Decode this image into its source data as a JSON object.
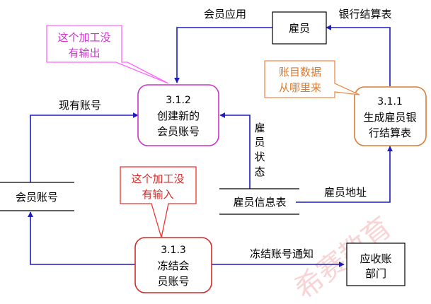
{
  "colors": {
    "flow": "#1c1cbf",
    "process_pink": "#cc33cc",
    "process_orange": "#e07a2e",
    "process_red": "#d42a2a",
    "note_pink": "#ff66ff",
    "note_orange": "#f08a4a",
    "note_red": "#ee3333",
    "watermark": "#f4b8b8"
  },
  "processes": {
    "p312": {
      "id": "3.1.2",
      "line1": "创建新的",
      "line2": "会员账号"
    },
    "p311": {
      "id": "3.1.1",
      "line1": "生成雇员银",
      "line2": "行结算表"
    },
    "p313": {
      "id": "3.1.3",
      "line1": "冻结会",
      "line2": "员账号"
    }
  },
  "entities": {
    "employee": "雇员",
    "ar_dept_line1": "应收账",
    "ar_dept_line2": "部门"
  },
  "stores": {
    "member_account": "会员账号",
    "employee_info": "雇员信息表"
  },
  "flows": {
    "member_app": "会员应用",
    "bank_statement": "银行结算表",
    "existing_account": "现有账号",
    "employee_status_1": "雇",
    "employee_status_2": "员",
    "employee_status_3": "状",
    "employee_status_4": "态",
    "employee_address": "雇员地址",
    "freeze_notice": "冻结账号通知"
  },
  "notes": {
    "no_output_line1": "这个加工没",
    "no_output_line2": "有输出",
    "data_source_line1": "账目数据",
    "data_source_line2": "从哪里来",
    "no_input_line1": "这个加工没",
    "no_input_line2": "有输入"
  }
}
